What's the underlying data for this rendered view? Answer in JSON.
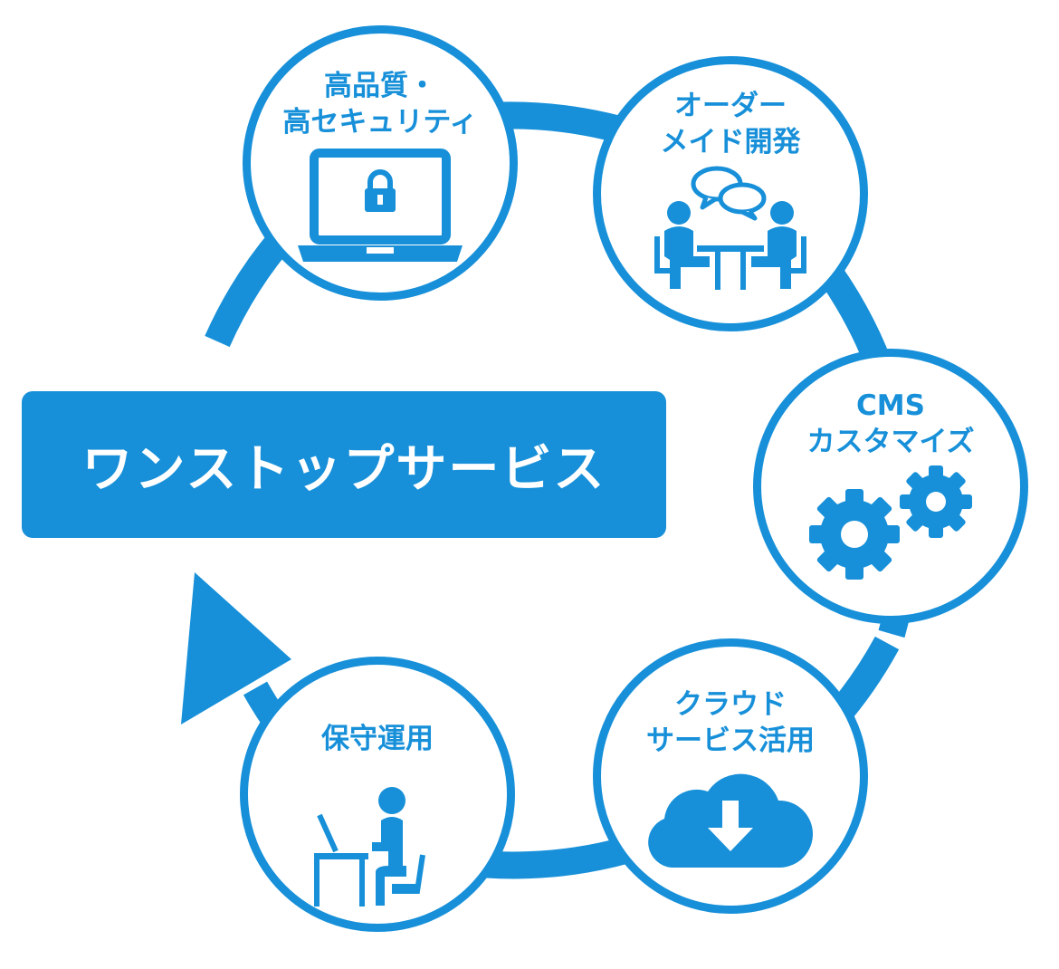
{
  "center": {
    "title": "ワンストップサービス"
  },
  "colors": {
    "primary": "#1790d9",
    "background": "#ffffff"
  },
  "nodes": [
    {
      "id": "quality",
      "lines": [
        "高品質・",
        "高セキュリティ"
      ],
      "icon": "laptop-lock-icon"
    },
    {
      "id": "custom",
      "lines": [
        "オーダー",
        "メイド開発"
      ],
      "icon": "meeting-icon"
    },
    {
      "id": "cms",
      "lines": [
        "CMS",
        "カスタマイズ"
      ],
      "icon": "gears-icon"
    },
    {
      "id": "cloud",
      "lines": [
        "クラウド",
        "サービス活用"
      ],
      "icon": "cloud-download-icon"
    },
    {
      "id": "maintenance",
      "lines": [
        "保守運用"
      ],
      "icon": "person-at-desk-icon"
    }
  ]
}
